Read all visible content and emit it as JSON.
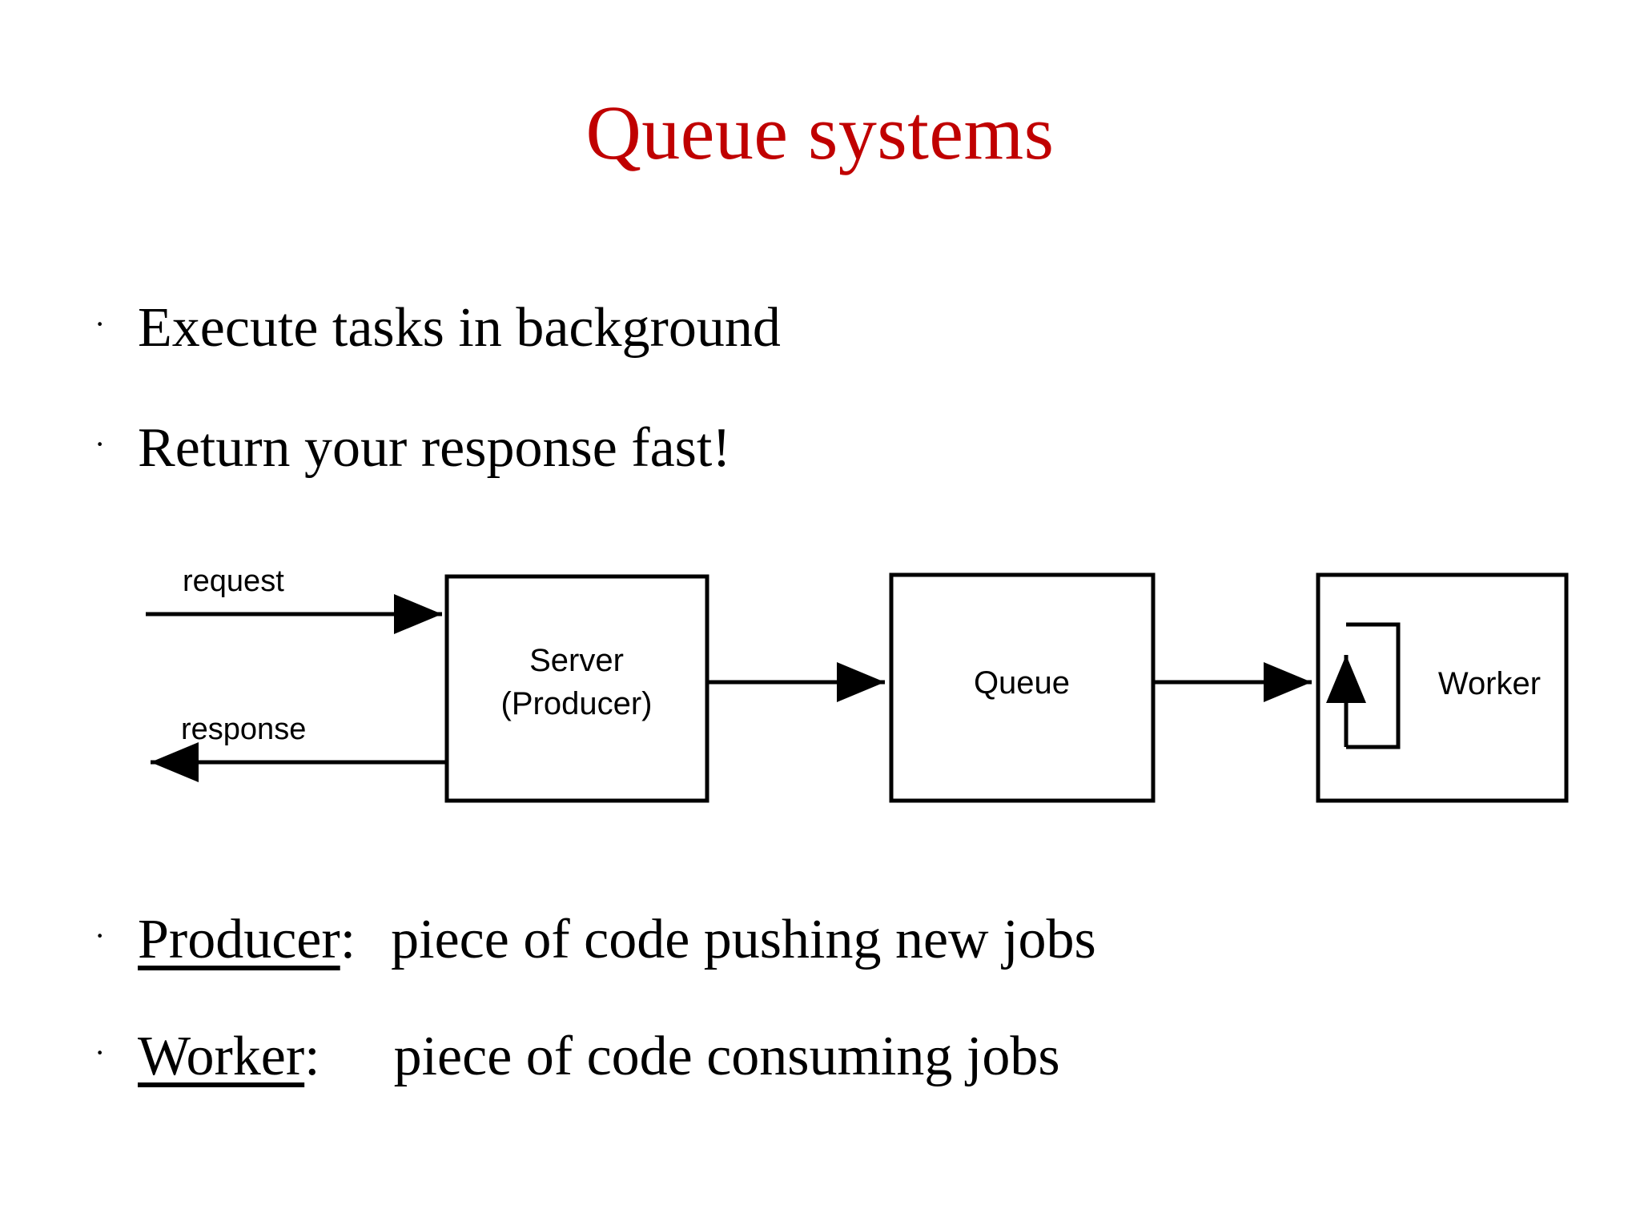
{
  "slide": {
    "title": "Queue systems",
    "title_color": "#C00000",
    "background": "#FFFFFF",
    "text_color": "#000000"
  },
  "bullets_top": [
    {
      "marker": "·",
      "text": "Execute tasks in background"
    },
    {
      "marker": "·",
      "text": "Return your response fast!"
    }
  ],
  "bullets_bottom": [
    {
      "marker": "·",
      "term": "Producer",
      "colon": ":",
      "definition": "piece of code pushing new jobs"
    },
    {
      "marker": "·",
      "term": "Worker",
      "colon": ":",
      "definition": "piece of code consuming jobs"
    }
  ],
  "diagram": {
    "arrows": {
      "request_label": "request",
      "response_label": "response"
    },
    "boxes": [
      {
        "id": "server",
        "line1": "Server",
        "line2": "(Producer)"
      },
      {
        "id": "queue",
        "line1": "Queue",
        "line2": ""
      },
      {
        "id": "worker",
        "line1": "Worker",
        "line2": ""
      }
    ]
  }
}
